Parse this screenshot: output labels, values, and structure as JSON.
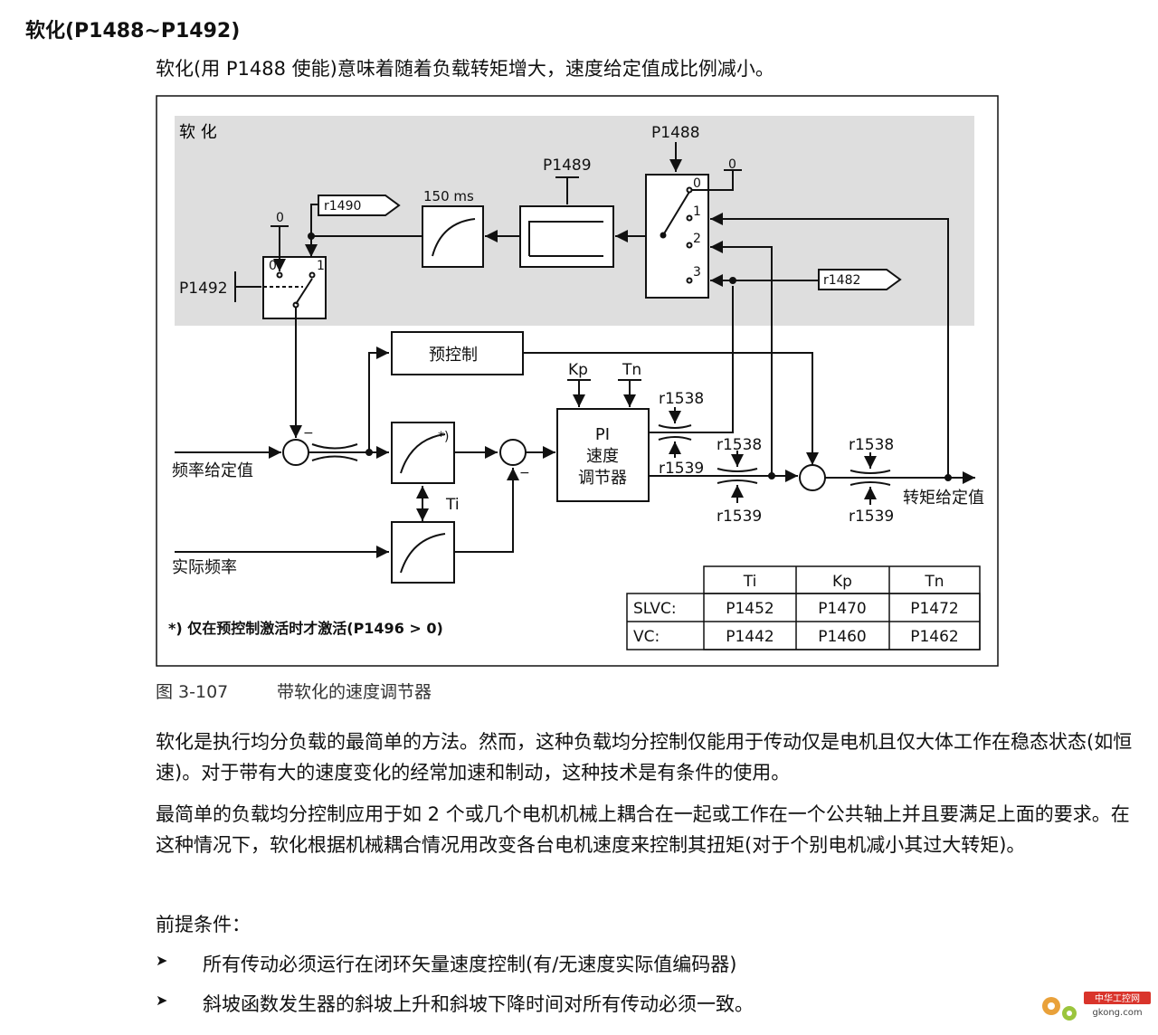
{
  "heading": "软化(P1488~P1492)",
  "intro": "软化(用 P1488 使能)意味着随着负载转矩增大，速度给定值成比例减小。",
  "diagram": {
    "soft_section_label": "软  化",
    "p1488": "P1488",
    "p1489": "P1489",
    "p1492": "P1492",
    "ramp_time": "150 ms",
    "r1490": "r1490",
    "r1482": "r1482",
    "zero": "0",
    "sel_ports": [
      "0",
      "1",
      "2",
      "3"
    ],
    "p1492_ports": [
      "0",
      "1"
    ],
    "precontrol": "预控制",
    "kp": "Kp",
    "tn": "Tn",
    "ti": "Ti",
    "pi_lines": [
      "PI",
      "速度",
      "调节器"
    ],
    "r1538": "r1538",
    "r1539": "r1539",
    "freq_setpoint": "频率给定值",
    "actual_freq": "实际频率",
    "torque_setpoint": "转矩给定值",
    "minus": "−",
    "star_marker": "*)",
    "footnote": "*) 仅在预控制激活时才激活(P1496 > 0)",
    "table": {
      "headers": [
        "",
        "Ti",
        "Kp",
        "Tn"
      ],
      "rows": [
        [
          "SLVC:",
          "P1452",
          "P1470",
          "P1472"
        ],
        [
          "VC:",
          "P1442",
          "P1460",
          "P1462"
        ]
      ]
    }
  },
  "caption": {
    "number": "图 3-107",
    "title": "带软化的速度调节器"
  },
  "paragraph1": "软化是执行均分负载的最简单的方法。然而，这种负载均分控制仅能用于传动仅是电机且仅大体工作在稳态状态(如恒速)。对于带有大的速度变化的经常加速和制动，这种技术是有条件的使用。",
  "paragraph2": "最简单的负载均分控制应用于如 2 个或几个电机机械上耦合在一起或工作在一个公共轴上并且要满足上面的要求。在这种情况下，软化根据机械耦合情况用改变各台电机速度来控制其扭矩(对于个别电机减小其过大转矩)。",
  "prerequisites": "前提条件：",
  "bullets": [
    "所有传动必须运行在闭环矢量速度控制(有/无速度实际值编码器)",
    "斜坡函数发生器的斜坡上升和斜坡下降时间对所有传动必须一致。"
  ],
  "watermark": {
    "brand": "中华工控网",
    "url": "gkong.com",
    "colors": {
      "gear": "#e9a13a",
      "gear2": "#9bc53d",
      "text": "#d9342b"
    }
  }
}
